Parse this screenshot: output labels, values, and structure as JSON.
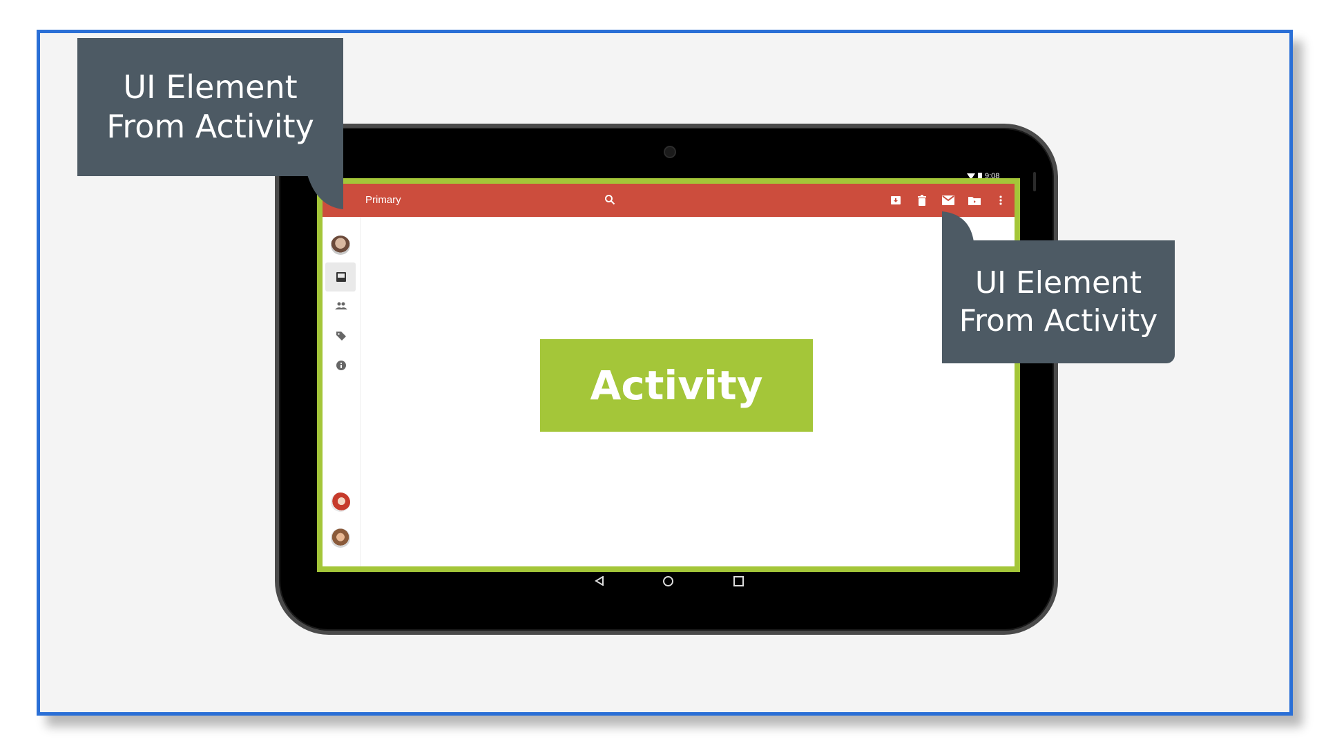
{
  "callouts": [
    {
      "line1": "UI Element",
      "line2": "From Activity"
    },
    {
      "line1": "UI Element",
      "line2": "From Activity"
    }
  ],
  "device": {
    "status_time": "9:08",
    "app_bar": {
      "title": "Primary",
      "color": "#cc4d3d",
      "icons": [
        "search-icon",
        "archive-icon",
        "delete-icon",
        "mail-icon",
        "move-to-folder-icon",
        "more-vert-icon"
      ]
    },
    "rail_icons": [
      "inbox-icon",
      "people-icon",
      "label-icon",
      "info-icon"
    ],
    "activity_label": "Activity",
    "accent": "#a4c639",
    "frame_color": "#2a6fd6"
  }
}
